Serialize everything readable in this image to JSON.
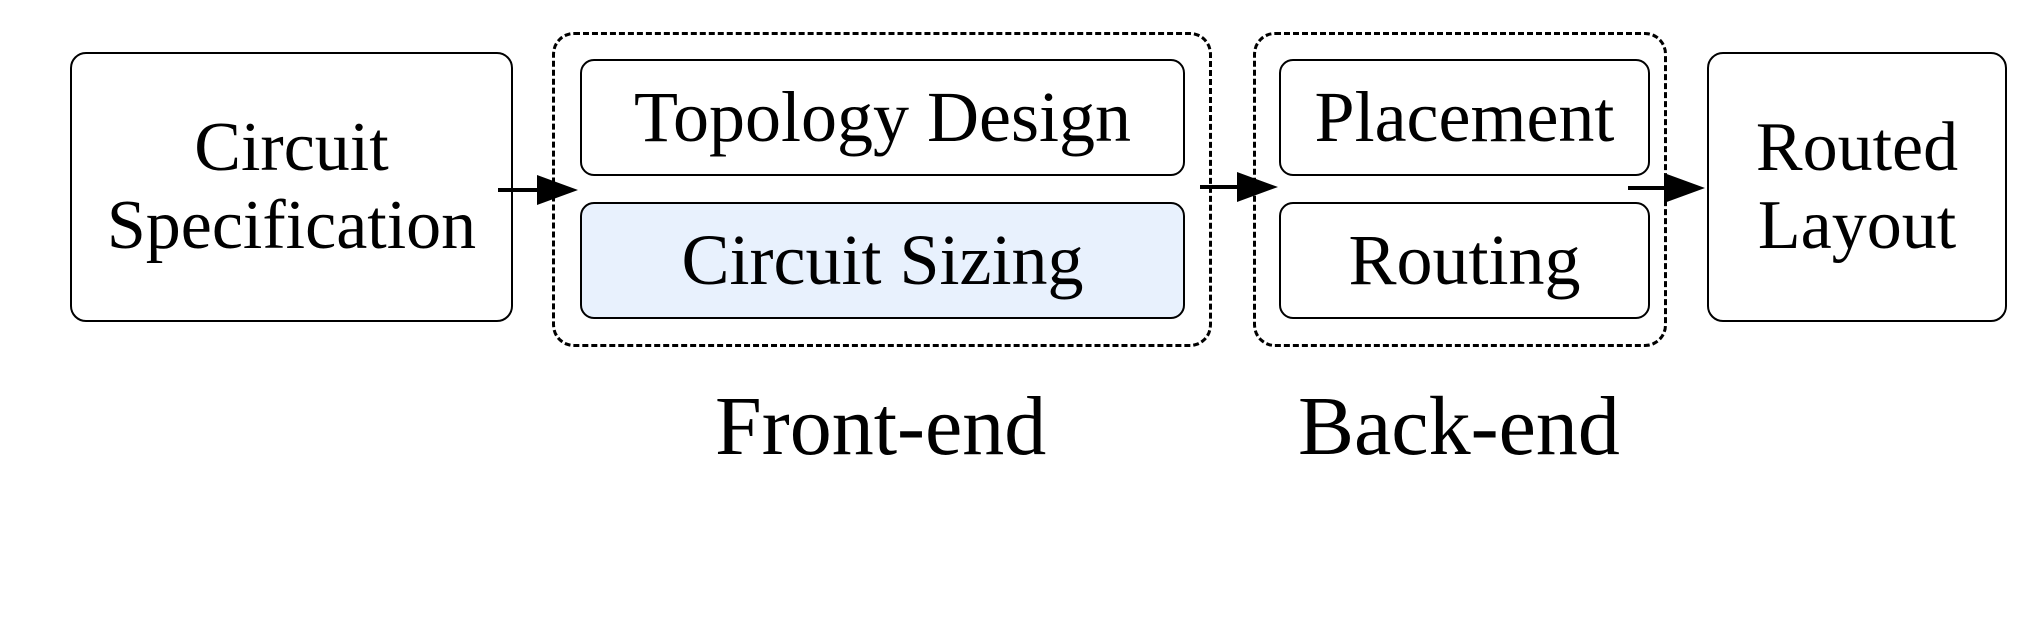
{
  "nodes": {
    "spec": {
      "line1": "Circuit",
      "line2": "Specification"
    },
    "topology": {
      "label": "Topology Design"
    },
    "sizing": {
      "label": "Circuit Sizing"
    },
    "placement": {
      "label": "Placement"
    },
    "routing": {
      "label": "Routing"
    },
    "layout": {
      "line1": "Routed",
      "line2": "Layout"
    }
  },
  "groups": {
    "frontend": {
      "caption": "Front-end"
    },
    "backend": {
      "caption": "Back-end"
    }
  },
  "colors": {
    "highlight": "#e8f1fd",
    "stroke": "#000000"
  }
}
